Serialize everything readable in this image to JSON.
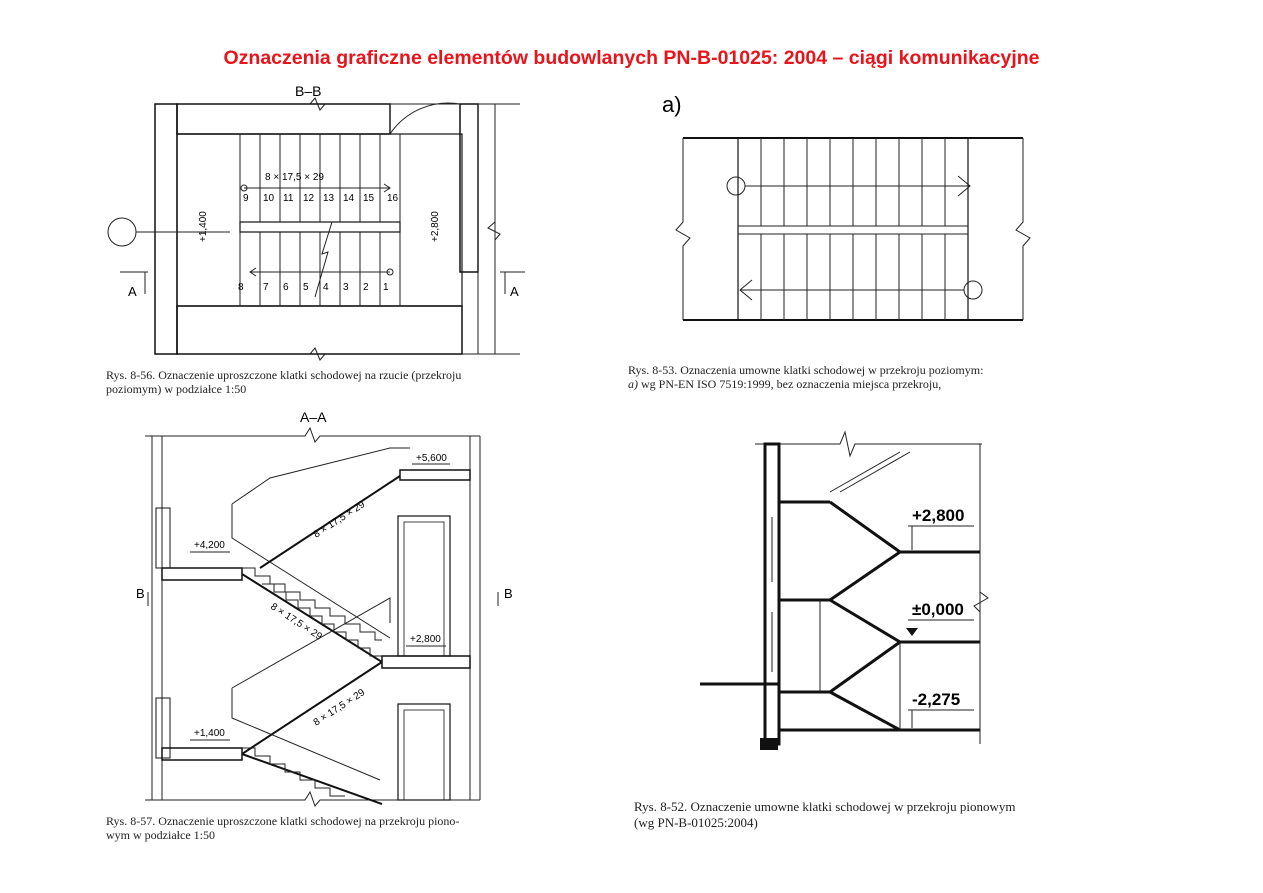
{
  "page": {
    "title": "Oznaczenia graficzne elementów budowlanych PN-B-01025: 2004 – ciągi komunikacyjne",
    "title_color": "#e8141c"
  },
  "fig_56": {
    "section_label": "B–B",
    "spec": "8 × 17,5 × 29",
    "upper_steps": [
      "9",
      "10",
      "11",
      "12",
      "13",
      "14",
      "15",
      "16"
    ],
    "lower_steps": [
      "8",
      "7",
      "6",
      "5",
      "4",
      "3",
      "2",
      "1"
    ],
    "level_left": "+1,400",
    "level_right": "+2,800",
    "cut_left": "A",
    "cut_right": "A",
    "caption_line1": "Rys. 8-56. Oznaczenie uproszczone klatki schodowej na rzucie (przekroju",
    "caption_line2": "poziomym) w podziałce 1:50"
  },
  "fig_53": {
    "label": "a)",
    "caption_line1": "Rys. 8-53. Oznaczenia umowne klatki schodowej w przekroju poziomym:",
    "caption_line2_prefix": "a)",
    "caption_line2": " wg PN-EN ISO 7519:1999, bez oznaczenia miejsca przekroju,"
  },
  "fig_57": {
    "section_label": "A–A",
    "level_top": "+5,600",
    "level_upper": "+4,200",
    "level_mid": "+2,800",
    "level_low": "+1,400",
    "spec_1": "8 × 17,5 × 29",
    "spec_2": "8 × 17,5 × 29",
    "spec_3": "8 × 17,5 × 29",
    "cut_left": "B",
    "cut_right": "B",
    "caption_line1": "Rys. 8-57. Oznaczenie uproszczone klatki schodowej na przekroju piono-",
    "caption_line2": "wym w podziałce 1:50"
  },
  "fig_52": {
    "level_1": "+2,800",
    "level_2": "±0,000",
    "level_3": "-2,275",
    "caption_line1": "Rys. 8-52. Oznaczenie umowne klatki schodowej w przekroju pionowym",
    "caption_line2": "(wg PN-B-01025:2004)"
  }
}
